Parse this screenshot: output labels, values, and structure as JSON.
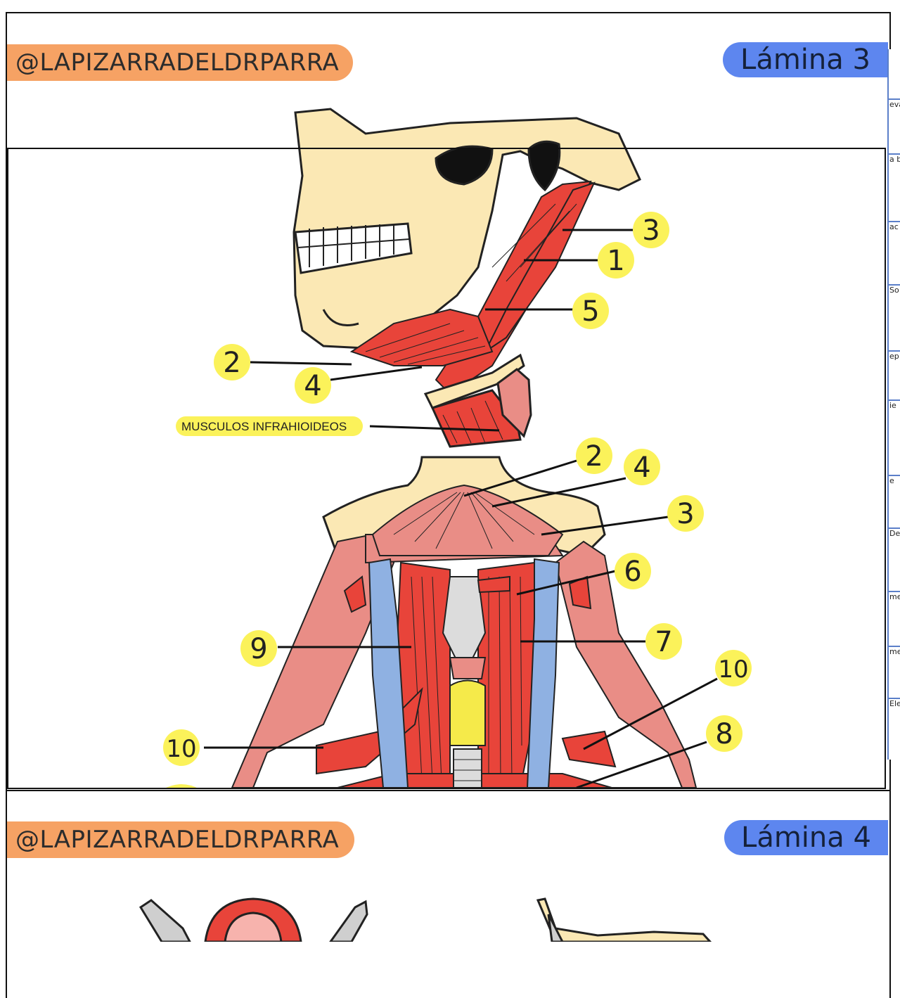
{
  "sheet3": {
    "handle": "@LAPIZARRADELDRPARRA",
    "lamina": "Lámina 3"
  },
  "sheet4": {
    "handle": "@LAPIZARRADELDRPARRA",
    "lamina": "Lámina 4"
  },
  "labels": {
    "infrahyoid_tag": "MUSCULOS INFRAHIOIDEOS",
    "n1": "1",
    "n2a": "2",
    "n2b": "2",
    "n3a": "3",
    "n3b": "3",
    "n4a": "4",
    "n4b": "4",
    "n5": "5",
    "n6": "6",
    "n7": "7",
    "n8": "8",
    "n9": "9",
    "n10a": "10",
    "n10b": "10"
  },
  "edge_cells": [
    "eva",
    "a b",
    "ac",
    "So",
    "ep",
    "ie",
    "e",
    "De",
    "me",
    "me",
    "Ele"
  ],
  "colors": {
    "bone": "#fbe8b4",
    "muscle": "#e8443a",
    "muscle_light": "#e98d86",
    "vein": "#8fb1e2",
    "label_yellow": "#fbf25a",
    "brand_orange": "#f6a264",
    "lamina_blue": "#5d86ef",
    "thyroid": "#f5ea4a"
  }
}
